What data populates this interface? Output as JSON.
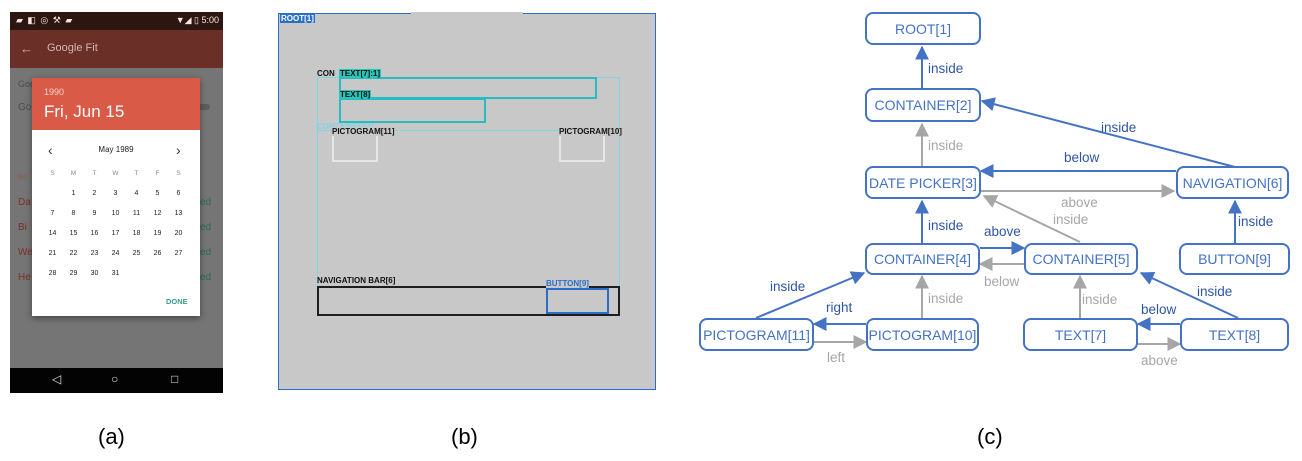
{
  "captions": {
    "a": "(a)",
    "b": "(b)",
    "c": "(c)"
  },
  "phone": {
    "status": {
      "icons": "▰ ◧ ◎ ⚒ ▰",
      "right": "▼◢ ▯ 5:00"
    },
    "appbar": {
      "back": "←",
      "title": "Google Fit"
    },
    "background": {
      "section1": "Google Fit data",
      "row_go": "Go",
      "section2": "Bo",
      "rows": [
        "Da",
        "Bi",
        "We",
        "He"
      ],
      "rows_right": [
        "ed",
        "ed",
        "ed",
        "ed"
      ]
    },
    "dialog": {
      "year": "1990",
      "date": "Fri, Jun 15",
      "month": "May 1989",
      "prev": "‹",
      "next": "›",
      "weekdays": [
        "S",
        "M",
        "T",
        "W",
        "T",
        "F",
        "S"
      ],
      "weeks": [
        [
          "",
          "1",
          "2",
          "3",
          "4",
          "5",
          "6"
        ],
        [
          "7",
          "8",
          "9",
          "10",
          "11",
          "12",
          "13"
        ],
        [
          "14",
          "15",
          "16",
          "17",
          "18",
          "19",
          "20"
        ],
        [
          "21",
          "22",
          "23",
          "24",
          "25",
          "26",
          "27"
        ],
        [
          "28",
          "29",
          "30",
          "31",
          "",
          "",
          ""
        ]
      ],
      "done": "DONE"
    },
    "navbar": {
      "back": "◁",
      "home": "○",
      "recent": "□"
    }
  },
  "wireframe": {
    "root": "ROOT[1]",
    "container2": "CON",
    "text7": "TEXT[7]:1]",
    "text8": "TEXT[8]",
    "container4": "CONTAINER[4]",
    "pictogram11": "PICTOGRAM[11]",
    "pictogram10": "PICTOGRAM[10]",
    "navbar6": "NAVIGATION BAR[6]",
    "button9": "BUTTON[9]"
  },
  "graph": {
    "nodes": {
      "root": "ROOT[1]",
      "container2": "CONTAINER[2]",
      "datepicker3": "DATE PICKER[3]",
      "navigation6": "NAVIGATION[6]",
      "container4": "CONTAINER[4]",
      "container5": "CONTAINER[5]",
      "button9": "BUTTON[9]",
      "pictogram11": "PICTOGRAM[11]",
      "pictogram10": "PICTOGRAM[10]",
      "text7": "TEXT[7]",
      "text8": "TEXT[8]"
    },
    "edges": {
      "c2_root": "inside",
      "nav_c2": "inside",
      "dp_c2": "inside",
      "nav_dp_below": "below",
      "dp_nav_above": "above",
      "c5_dp_inside": "inside",
      "c4_dp": "inside",
      "c4_c5_above": "above",
      "c5_c4_below": "below",
      "b9_nav": "inside",
      "p11_c4": "inside",
      "p10_c4": "inside",
      "p10_p11_right": "right",
      "p11_p10_left": "left",
      "t7_c5": "inside",
      "t8_c5": "inside",
      "t8_t7_below": "below",
      "t7_t8_above": "above"
    },
    "colors": {
      "blue": "#4472c4",
      "gray": "#a6a6a6"
    }
  }
}
